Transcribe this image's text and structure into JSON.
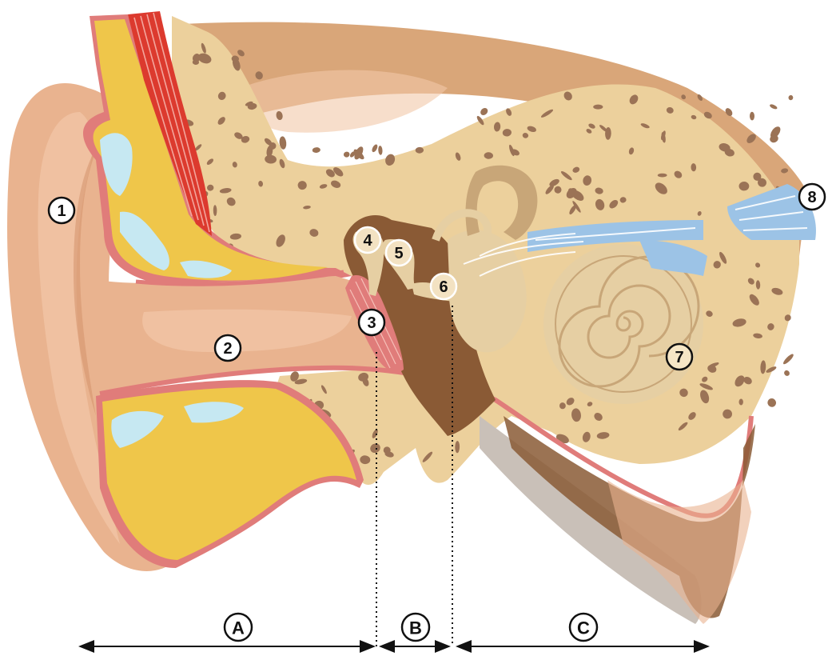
{
  "colors": {
    "skin": "#e9b38f",
    "skin_light": "#f2c8a8",
    "skin_dark": "#d4916b",
    "fat": "#efc64a",
    "fat_dark": "#c9952a",
    "cartilage": "#c6e8f2",
    "bone": "#ecd09c",
    "bone_pore": "#9b7356",
    "muscle": "#dc3a2e",
    "cavity": "#8a5a35",
    "lining": "#e07c7a",
    "nerve": "#9cc3e6",
    "cochlea": "#e6cfa3",
    "cochlea_dark": "#c8a678",
    "tissue_top": "#d9a679",
    "tissue_grey": "#c9c0b8",
    "arrow": "#111111"
  },
  "labels": [
    {
      "id": "1",
      "text": "1"
    },
    {
      "id": "2",
      "text": "2"
    },
    {
      "id": "3",
      "text": "3"
    },
    {
      "id": "4",
      "text": "4"
    },
    {
      "id": "5",
      "text": "5"
    },
    {
      "id": "6",
      "text": "6"
    },
    {
      "id": "7",
      "text": "7"
    },
    {
      "id": "8",
      "text": "8"
    }
  ],
  "sections": [
    {
      "id": "A",
      "text": "A"
    },
    {
      "id": "B",
      "text": "B"
    },
    {
      "id": "C",
      "text": "C"
    }
  ]
}
